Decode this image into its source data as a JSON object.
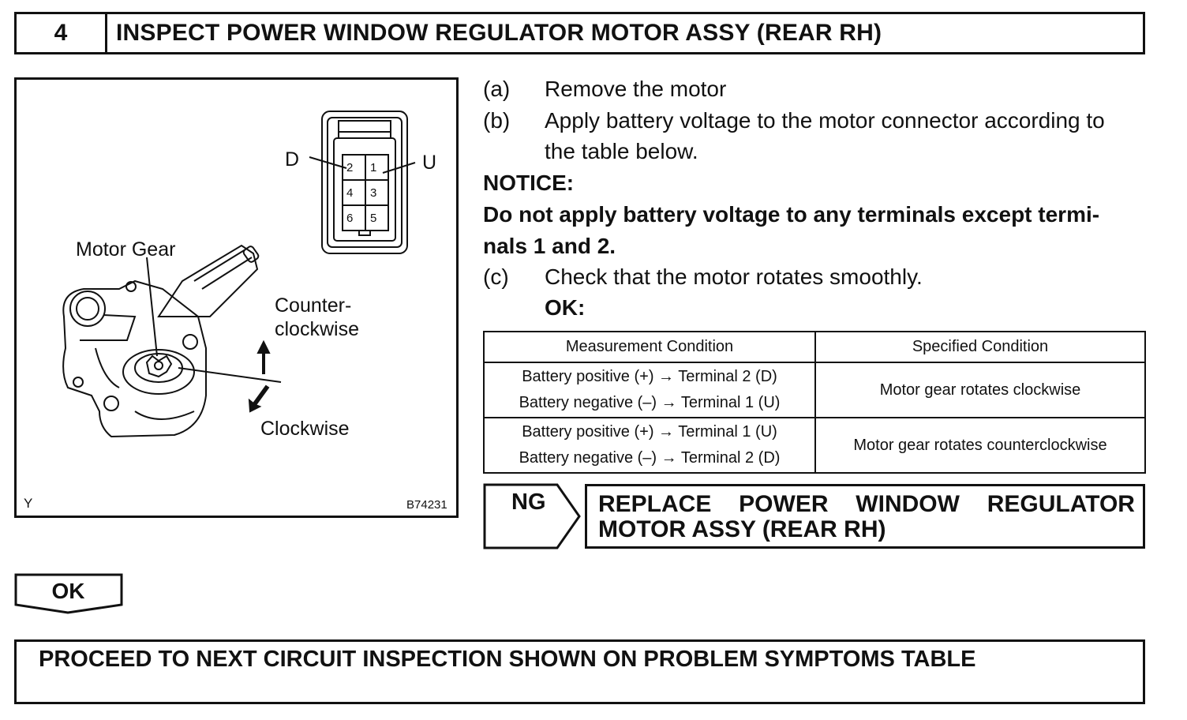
{
  "step": {
    "number": "4",
    "title": "INSPECT POWER WINDOW REGULATOR MOTOR ASSY (REAR RH)"
  },
  "figure": {
    "label_d": "D",
    "label_u": "U",
    "connector_pins": [
      "2",
      "1",
      "4",
      "3",
      "6",
      "5"
    ],
    "motor_gear": "Motor Gear",
    "counter_1": "Counter-",
    "counter_2": "clockwise",
    "clockwise": "Clockwise",
    "corner_y": "Y",
    "figure_id": "B74231"
  },
  "instructions": {
    "a_marker": "(a)",
    "a_text": "Remove the motor",
    "b_marker": "(b)",
    "b_text_1": "Apply battery voltage to the motor connector according to",
    "b_text_2": "the table below.",
    "notice_heading": "NOTICE:",
    "notice_1": "Do not apply battery voltage to any terminals except termi-",
    "notice_2": "nals 1 and 2.",
    "c_marker": "(c)",
    "c_text": "Check that the motor rotates smoothly.",
    "ok_label": "OK:"
  },
  "table": {
    "headers": [
      "Measurement Condition",
      "Specified Condition"
    ],
    "rows": [
      {
        "cond_1": "Battery positive (+) → Terminal 2 (D)",
        "cond_2": "Battery negative (–) → Terminal 1 (U)",
        "result": "Motor gear rotates clockwise"
      },
      {
        "cond_1": "Battery positive (+) → Terminal 1 (U)",
        "cond_2": "Battery negative (–) → Terminal 2 (D)",
        "result": "Motor gear rotates counterclockwise"
      }
    ]
  },
  "ng": {
    "label": "NG",
    "replace_words": [
      "REPLACE",
      "POWER",
      "WINDOW",
      "REGULATOR"
    ],
    "replace_line2": "MOTOR ASSY (REAR RH)"
  },
  "ok": {
    "label": "OK"
  },
  "proceed": {
    "text": "PROCEED TO NEXT CIRCUIT INSPECTION SHOWN ON PROBLEM SYMPTOMS TABLE"
  }
}
